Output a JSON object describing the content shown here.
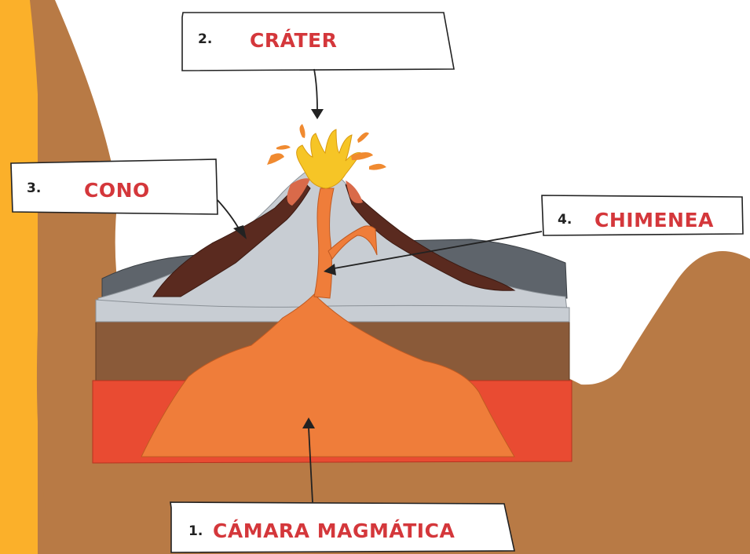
{
  "labels": {
    "camara": {
      "number": "1.",
      "text": "CÁMARA MAGMÁTICA"
    },
    "crater": {
      "number": "2.",
      "text": "CRÁTER"
    },
    "cono": {
      "number": "3.",
      "text": "CONO"
    },
    "chimenea": {
      "number": "4.",
      "text": "CHIMENEA"
    }
  },
  "colors": {
    "background_brown": "#b87a45",
    "side_yellow": "#fbb02a",
    "sky_white": "#ffffff",
    "label_red": "#d4373b",
    "cone_gray": "#c8cdd3",
    "dark_gray": "#5e646b",
    "lava_flow_brown": "#5a2a1f",
    "soil_brown": "#8a5a39",
    "red_layer": "#e94b32",
    "magma_orange": "#ef7d3a",
    "lava_yellow": "#f6c526"
  }
}
